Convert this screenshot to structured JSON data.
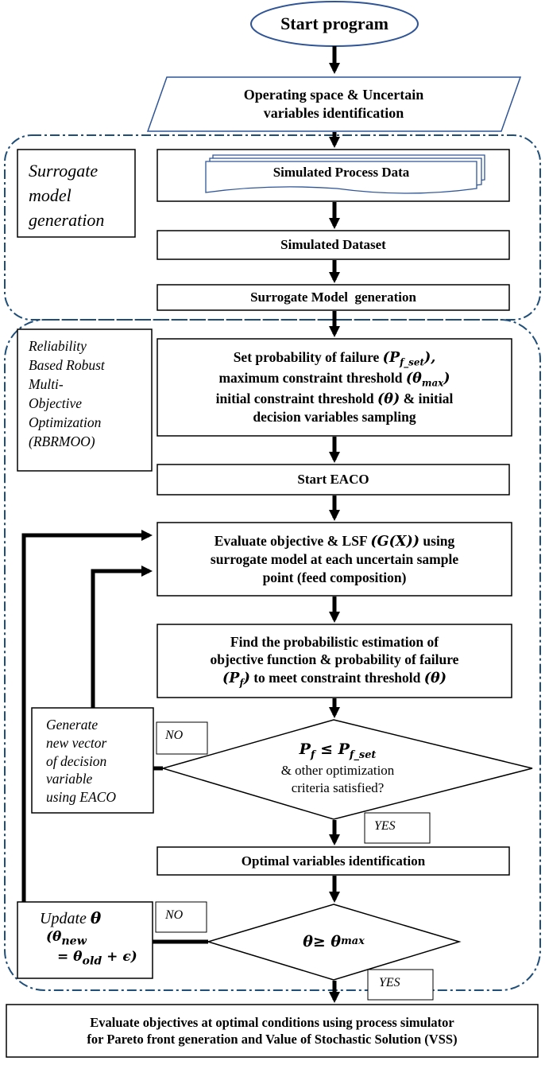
{
  "nodes": {
    "start": "Start program",
    "operating_line1": "Operating space & Uncertain",
    "operating_line2": "variables identification",
    "simulated_process_data": "Simulated Process Data",
    "simulated_dataset": "Simulated Dataset",
    "surrogate_model_generation": "Surrogate Model  generation",
    "set_prob_l1_a": "Set probability of failure ",
    "set_prob_l1_math": "(P",
    "set_prob_l1_sub": "f_set",
    "set_prob_l1_close": "),",
    "set_prob_l2_a": "maximum constraint threshold ",
    "set_prob_l2_math": "(θ",
    "set_prob_l2_sub": "max",
    "set_prob_l2_close": ")",
    "set_prob_l3_a": "initial constraint threshold ",
    "set_prob_l3_math": "(θ)",
    "set_prob_l3_b": " & initial",
    "set_prob_l4": "decision variables sampling",
    "start_eaco": "Start EACO",
    "evaluate_l1_a": "Evaluate objective & LSF ",
    "evaluate_l1_math": "(G(X))",
    "evaluate_l1_b": " using",
    "evaluate_l2": "surrogate model at each uncertain sample",
    "evaluate_l3": "point (feed composition)",
    "find_l1": "Find the probabilistic estimation of",
    "find_l2": "objective function & probability of failure",
    "find_l3_math": "(P",
    "find_l3_sub": "f",
    "find_l3_close": ")",
    "find_l3_a": " to meet constraint threshold ",
    "find_l3_math2": "(θ)",
    "decision1_math": "P",
    "decision1_sub1": "f",
    "decision1_le": " ≤ P",
    "decision1_sub2": "f_set",
    "decision1_l2": "& other optimization",
    "decision1_l3": "criteria satisfied?",
    "optimal_variables": "Optimal variables identification",
    "decision2_a": "θ ",
    "decision2_b": " ≥ θ",
    "decision2_sub": "max",
    "final_l1": "Evaluate objectives at optimal conditions using process simulator",
    "final_l2": "for Pareto front generation and Value of Stochastic Solution (VSS)"
  },
  "regions": {
    "surrogate_l1": "Surrogate",
    "surrogate_l2": "model",
    "surrogate_l3": "generation",
    "rbrmoo_l1": "Reliability",
    "rbrmoo_l2": "Based Robust",
    "rbrmoo_l3": "Multi-",
    "rbrmoo_l4": "Objective",
    "rbrmoo_l5": "Optimization",
    "rbrmoo_l6": "(RBRMOO)"
  },
  "side_boxes": {
    "generate_l1": "Generate",
    "generate_l2": "new vector",
    "generate_l3": "of decision",
    "generate_l4": "variable",
    "generate_l5": "using EACO",
    "update_a": "Update ",
    "update_theta": "θ",
    "update_l2_open": "(θ",
    "update_l2_sub": "new",
    "update_l3": "= θ",
    "update_l3_sub": "old",
    "update_l3_b": " + ϵ)"
  },
  "labels": {
    "no_1": "NO",
    "yes_1": "YES",
    "no_2": "NO",
    "yes_2": "YES"
  },
  "colors": {
    "outline": "#000000",
    "accent_blue": "#2f5597",
    "region_border": "#1f4e79"
  }
}
